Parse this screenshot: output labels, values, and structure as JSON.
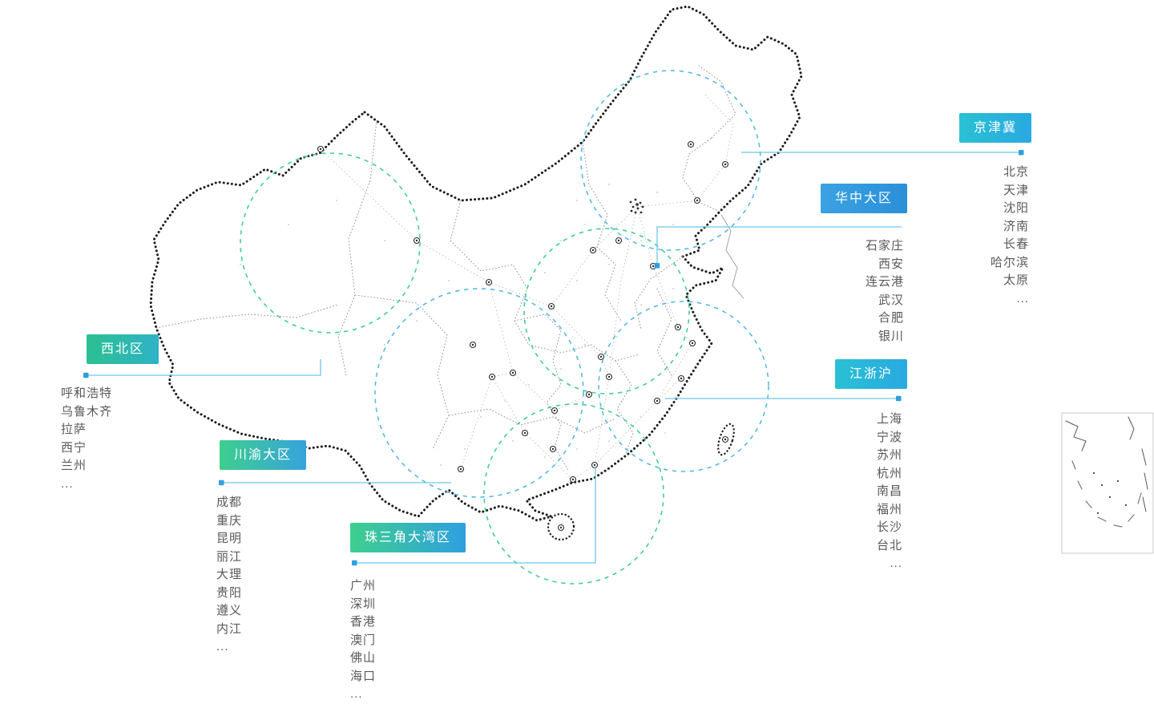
{
  "page": {
    "background": "#ffffff"
  },
  "map": {
    "name": "china-regions-map",
    "border_color": "#1c1c1c",
    "province_line_color": "#8a8a8a",
    "circle_blue": "#55b9ea",
    "circle_green": "#41d08f",
    "connector_color": "#6cc7ee",
    "dot_color": "#2f9fe0"
  },
  "regions": [
    {
      "id": "jingjinji",
      "label": "京津冀",
      "color_start": "#29c1d4",
      "color_end": "#29a9e1",
      "cities": [
        "北京",
        "天津",
        "沈阳",
        "济南",
        "长春",
        "哈尔滨",
        "太原",
        "..."
      ]
    },
    {
      "id": "huazhong",
      "label": "华中大区",
      "color_start": "#3aa2e3",
      "color_end": "#2b8fd8",
      "cities": [
        "石家庄",
        "西安",
        "连云港",
        "武汉",
        "合肥",
        "银川"
      ]
    },
    {
      "id": "xibei",
      "label": "西北区",
      "color_start": "#2cc092",
      "color_end": "#2fb3c7",
      "cities": [
        "呼和浩特",
        "乌鲁木齐",
        "拉萨",
        "西宁",
        "兰州",
        "..."
      ]
    },
    {
      "id": "chuanyu",
      "label": "川渝大区",
      "color_start": "#3ecf8e",
      "color_end": "#36a3dc",
      "cities": [
        "成都",
        "重庆",
        "昆明",
        "丽江",
        "大理",
        "贵阳",
        "遵义",
        "内江",
        "..."
      ]
    },
    {
      "id": "zhusanjiao",
      "label": "珠三角大湾区",
      "color_start": "#3ecf8e",
      "color_end": "#2f9fe0",
      "cities": [
        "广州",
        "深圳",
        "香港",
        "澳门",
        "佛山",
        "海口",
        "..."
      ]
    },
    {
      "id": "jiangzhehu",
      "label": "江浙沪",
      "color_start": "#29c1d4",
      "color_end": "#29a9e1",
      "cities": [
        "上海",
        "宁波",
        "苏州",
        "杭州",
        "南昌",
        "福州",
        "长沙",
        "台北",
        "..."
      ]
    }
  ]
}
